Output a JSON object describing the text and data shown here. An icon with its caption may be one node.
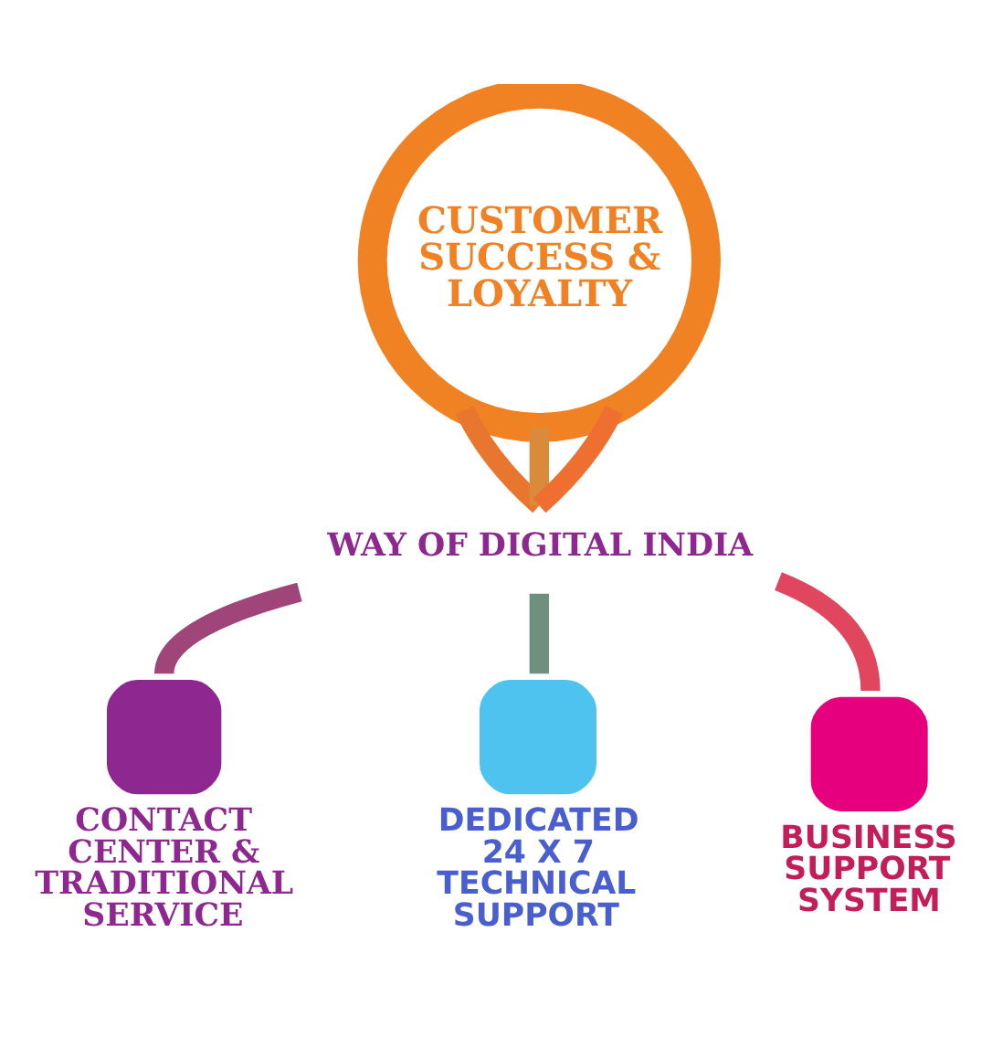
{
  "diagram": {
    "nodes": [
      {
        "text": [
          "CUSTOMER SUCCESS & LOYALTY"
        ]
      },
      {
        "text": [
          "WAY OF DIGITAL INDIA"
        ]
      },
      {
        "text": [
          "CONTACT CENTER & TRADITIONAL SERVICE"
        ]
      },
      {
        "text": [
          "DEDICATED 24 X 7 TECHNICAL SUPPORT"
        ]
      },
      {
        "text": [
          "BUSINESS SUPPORT SYSTEM"
        ]
      }
    ],
    "edges": [
      {
        "from": 0,
        "to": 1,
        "arrow": "none",
        "color": "#e8762e"
      },
      {
        "from": 0,
        "to": 1,
        "arrow": "none",
        "color": "#d98a3a"
      },
      {
        "from": 0,
        "to": 1,
        "arrow": "none",
        "color": "#ee6f30"
      },
      {
        "from": 1,
        "to": 2,
        "arrow": "none",
        "color": "#a0457a"
      },
      {
        "from": 1,
        "to": 3,
        "arrow": "none",
        "color": "#6f8f7f"
      },
      {
        "from": 1,
        "to": 4,
        "arrow": "none",
        "color": "#e0475f"
      }
    ]
  }
}
